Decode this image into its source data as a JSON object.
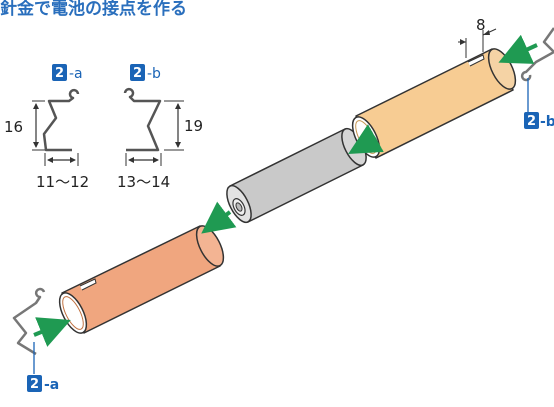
{
  "title": "針金で電池の接点を作る",
  "badges": {
    "a_num": "2",
    "a_suffix": "-a",
    "b_num": "2",
    "b_suffix": "-b"
  },
  "dimensions": {
    "a_height": "16",
    "a_width": "11〜12",
    "b_height": "19",
    "b_width": "13〜14",
    "slot": "8"
  },
  "colors": {
    "accent_blue": "#1a64b6",
    "arrow_green": "#1f9a52",
    "tube_orange": "#f0a67f",
    "tube_yellow": "#f7cc93",
    "battery_gray": "#c9c9c9"
  }
}
